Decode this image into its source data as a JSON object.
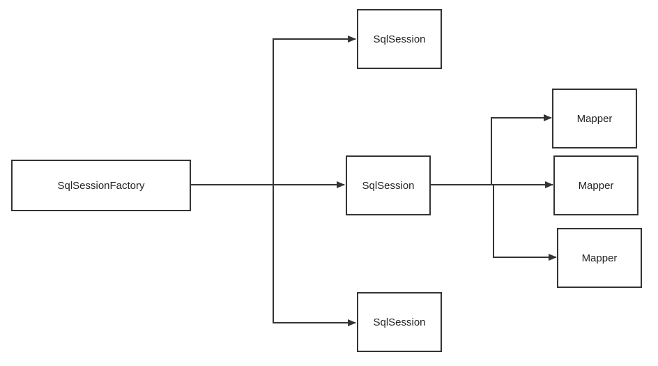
{
  "diagram": {
    "nodes": [
      {
        "id": "factory",
        "label": "SqlSessionFactory"
      },
      {
        "id": "session1",
        "label": "SqlSession"
      },
      {
        "id": "session2",
        "label": "SqlSession"
      },
      {
        "id": "session3",
        "label": "SqlSession"
      },
      {
        "id": "mapper1",
        "label": "Mapper"
      },
      {
        "id": "mapper2",
        "label": "Mapper"
      },
      {
        "id": "mapper3",
        "label": "Mapper"
      }
    ],
    "edges": [
      {
        "from": "factory",
        "to": "session1"
      },
      {
        "from": "factory",
        "to": "session2"
      },
      {
        "from": "factory",
        "to": "session3"
      },
      {
        "from": "session2",
        "to": "mapper1"
      },
      {
        "from": "session2",
        "to": "mapper2"
      },
      {
        "from": "session2",
        "to": "mapper3"
      }
    ],
    "colors": {
      "stroke": "#333333",
      "background": "#ffffff",
      "text": "#222222"
    }
  }
}
